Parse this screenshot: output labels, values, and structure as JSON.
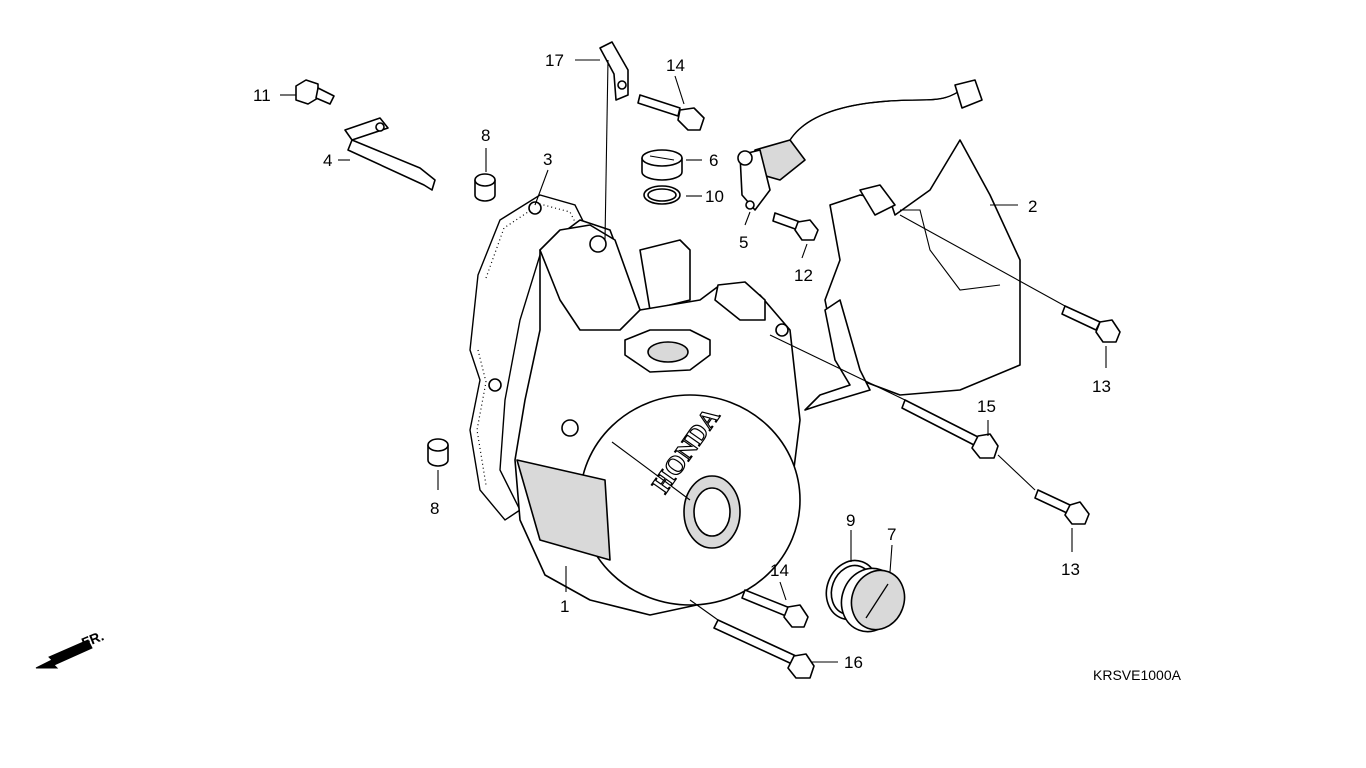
{
  "diagram": {
    "drawing_code": "KRSVE1000A",
    "direction_mark": "FR.",
    "callouts": [
      {
        "id": "c1",
        "label": "1"
      },
      {
        "id": "c2",
        "label": "2"
      },
      {
        "id": "c3",
        "label": "3"
      },
      {
        "id": "c4",
        "label": "4"
      },
      {
        "id": "c5",
        "label": "5"
      },
      {
        "id": "c6",
        "label": "6"
      },
      {
        "id": "c7",
        "label": "7"
      },
      {
        "id": "c8a",
        "label": "8"
      },
      {
        "id": "c8b",
        "label": "8"
      },
      {
        "id": "c9",
        "label": "9"
      },
      {
        "id": "c10",
        "label": "10"
      },
      {
        "id": "c11",
        "label": "11"
      },
      {
        "id": "c12",
        "label": "12"
      },
      {
        "id": "c13a",
        "label": "13"
      },
      {
        "id": "c13b",
        "label": "13"
      },
      {
        "id": "c14a",
        "label": "14"
      },
      {
        "id": "c14b",
        "label": "14"
      },
      {
        "id": "c15",
        "label": "15"
      },
      {
        "id": "c16",
        "label": "16"
      },
      {
        "id": "c17",
        "label": "17"
      }
    ],
    "cover_logo": "HONDA",
    "colors": {
      "line": "#000000",
      "fill": "#ffffff",
      "shade": "#d9d9d9",
      "background": "#ffffff"
    }
  }
}
